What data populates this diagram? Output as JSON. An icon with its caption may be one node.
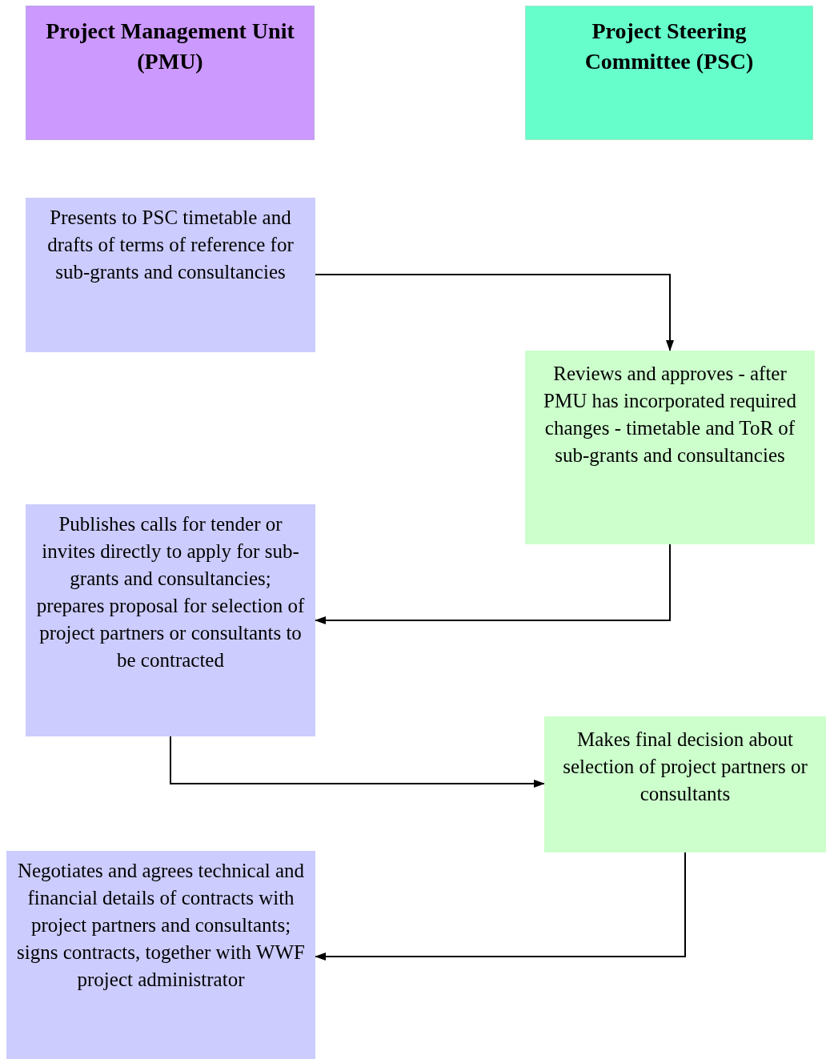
{
  "diagram": {
    "nodes": [
      {
        "text": [
          "Project Management Unit (PMU)"
        ]
      },
      {
        "text": [
          "Project Steering Committee (PSC)"
        ]
      },
      {
        "text": [
          "Presents to PSC timetable and drafts of terms of reference for sub-grants and consultancies"
        ]
      },
      {
        "text": [
          "Reviews and approves - after PMU has incorporated required changes - timetable and ToR of sub-grants and consultancies"
        ]
      },
      {
        "text": [
          "Publishes calls for tender or invites directly to apply for sub-grants and consultancies; prepares proposal for selection of project partners or consultants to be contracted"
        ]
      },
      {
        "text": [
          "Makes final decision about selection of project partners or consultants"
        ]
      },
      {
        "text": [
          "Negotiates and agrees technical and financial details of contracts with project partners and consultants; signs contracts, together with WWF project administrator"
        ]
      }
    ],
    "edges": [
      {
        "from": 2,
        "to": 3,
        "arrow": "to"
      },
      {
        "from": 3,
        "to": 4,
        "arrow": "to"
      },
      {
        "from": 4,
        "to": 5,
        "arrow": "to"
      },
      {
        "from": 5,
        "to": 6,
        "arrow": "to"
      }
    ]
  }
}
